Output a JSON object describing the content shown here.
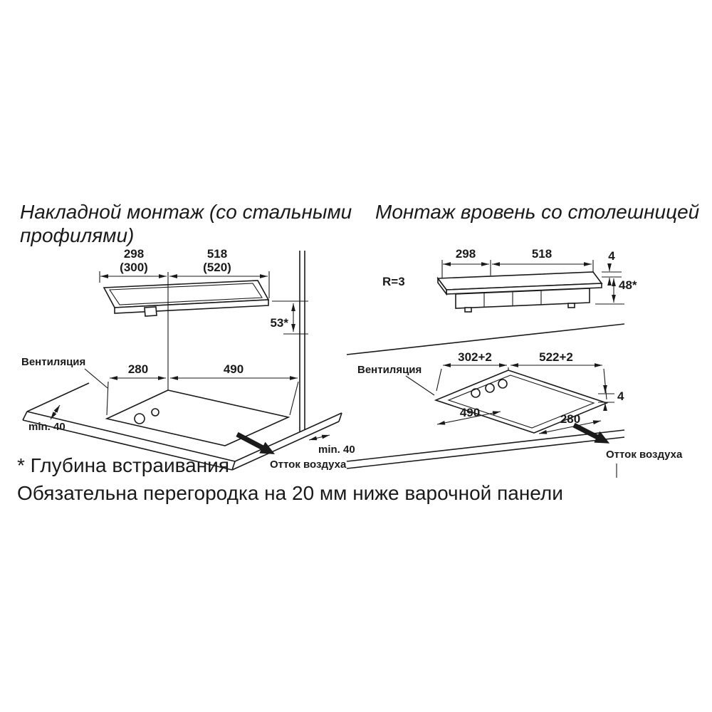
{
  "colors": {
    "ink": "#1a1a1a",
    "background": "#ffffff"
  },
  "titles": {
    "left": {
      "line1": "Накладной монтаж (со стальными",
      "line2": "профилями)"
    },
    "right": "Монтаж вровень со столешницей"
  },
  "surface_mount": {
    "top": {
      "width_small": "298",
      "width_small_alt": "(300)",
      "width_large": "518",
      "width_large_alt": "(520)",
      "depth": "53*"
    },
    "bottom": {
      "ventilation": "Вентиляция",
      "cutout_small": "280",
      "cutout_large": "490",
      "min_left": "min. 40",
      "min_right": "min. 40",
      "air_outflow": "Отток воздуха"
    }
  },
  "flush_mount": {
    "top": {
      "width_small": "298",
      "width_large": "518",
      "radius": "R=3",
      "glass_thickness": "4",
      "depth": "48*"
    },
    "bottom": {
      "ventilation": "Вентиляция",
      "cutout_small": "302+2",
      "cutout_large": "522+2",
      "step": "4",
      "inner_large": "490",
      "inner_small": "280",
      "air_outflow": "Отток воздуха"
    }
  },
  "footnotes": {
    "line1": "* Глубина встраивания",
    "line2": "Обязательна перегородка на 20 мм ниже варочной панели"
  }
}
